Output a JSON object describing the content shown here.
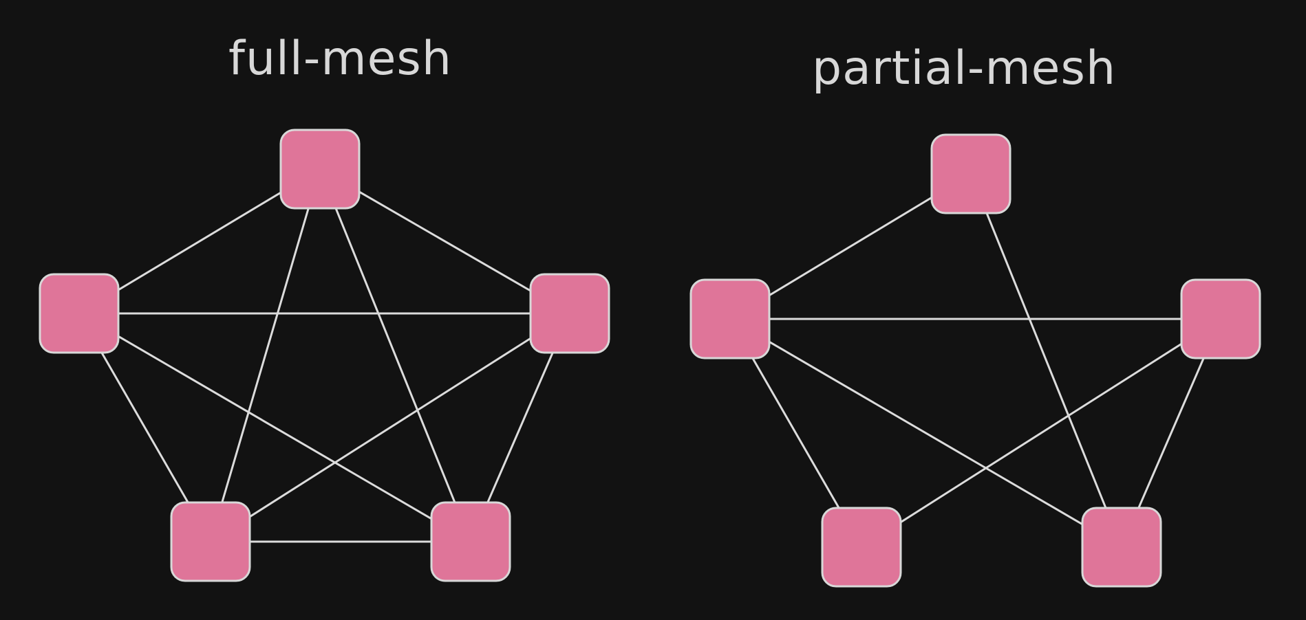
{
  "diagrams": [
    {
      "title": "full-mesh",
      "node_color": "#df7599",
      "node_stroke": "#d8d8d8",
      "edge_color": "#dcdcdc",
      "nodes": [
        "top",
        "left",
        "right",
        "bottom-left",
        "bottom-right"
      ],
      "edges": [
        [
          "top",
          "left"
        ],
        [
          "top",
          "right"
        ],
        [
          "top",
          "bottom-left"
        ],
        [
          "top",
          "bottom-right"
        ],
        [
          "left",
          "right"
        ],
        [
          "left",
          "bottom-left"
        ],
        [
          "left",
          "bottom-right"
        ],
        [
          "right",
          "bottom-left"
        ],
        [
          "right",
          "bottom-right"
        ],
        [
          "bottom-left",
          "bottom-right"
        ]
      ]
    },
    {
      "title": "partial-mesh",
      "node_color": "#df7599",
      "node_stroke": "#d8d8d8",
      "edge_color": "#dcdcdc",
      "nodes": [
        "top",
        "left",
        "right",
        "bottom-left",
        "bottom-right"
      ],
      "edges": [
        [
          "top",
          "left"
        ],
        [
          "top",
          "bottom-right"
        ],
        [
          "left",
          "right"
        ],
        [
          "left",
          "bottom-left"
        ],
        [
          "left",
          "bottom-right"
        ],
        [
          "right",
          "bottom-left"
        ],
        [
          "right",
          "bottom-right"
        ]
      ]
    }
  ]
}
